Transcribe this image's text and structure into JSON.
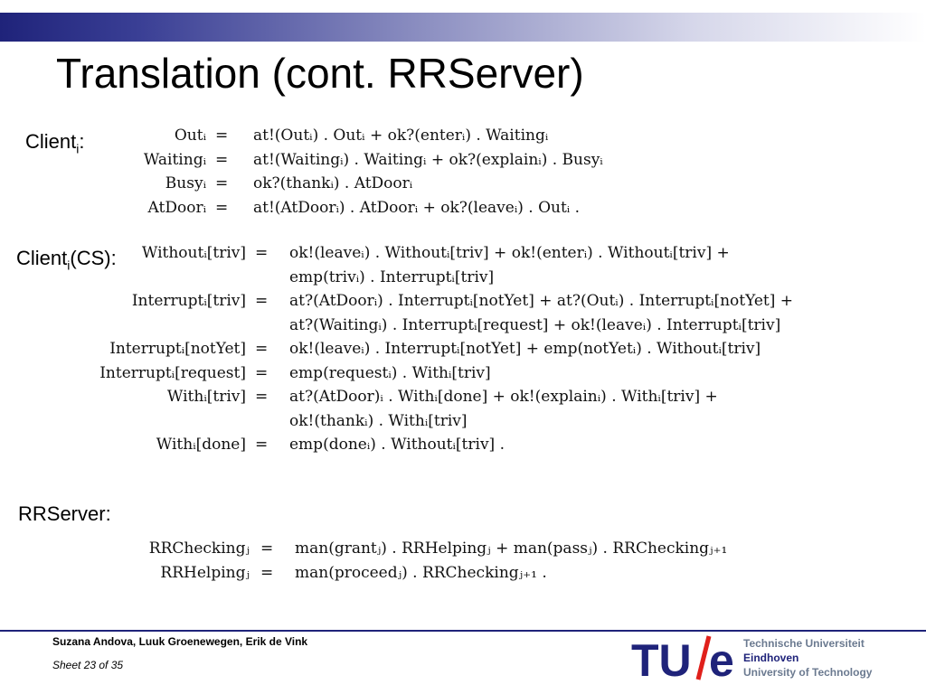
{
  "title": "Translation (cont. RRServer)",
  "labels": {
    "client_base": "Client",
    "client_sub": "i",
    "client_suffix": ":",
    "clientcs_suffix": "(CS):",
    "rrserver": "RRServer:"
  },
  "client_equations": [
    {
      "lhs": "Outᵢ",
      "rhs": "at!(Outᵢ) . Outᵢ   +   ok?(enterᵢ) . Waitingᵢ"
    },
    {
      "lhs": "Waitingᵢ",
      "rhs": "at!(Waitingᵢ) . Waitingᵢ + ok?(explainᵢ) . Busyᵢ"
    },
    {
      "lhs": "Busyᵢ",
      "rhs": "ok?(thankᵢ) . AtDoorᵢ"
    },
    {
      "lhs": "AtDoorᵢ",
      "rhs": "at!(AtDoorᵢ) . AtDoorᵢ   +   ok?(leaveᵢ) . Outᵢ ."
    }
  ],
  "cs_equations": [
    {
      "lhs": "Withoutᵢ[triv]",
      "rhs": "ok!(leaveᵢ) . Withoutᵢ[triv] + ok!(enterᵢ) . Withoutᵢ[triv]  +"
    },
    {
      "lhs": "",
      "rhs": "emp(trivᵢ) . Interruptᵢ[triv]"
    },
    {
      "lhs": "Interruptᵢ[triv]",
      "rhs": "at?(AtDoorᵢ) . Interruptᵢ[notYet] + at?(Outᵢ) . Interruptᵢ[notYet]  +"
    },
    {
      "lhs": "",
      "rhs": "at?(Waitingᵢ) . Interruptᵢ[request] + ok!(leaveᵢ) . Interruptᵢ[triv]"
    },
    {
      "lhs": "Interruptᵢ[notYet]",
      "rhs": "ok!(leaveᵢ) . Interruptᵢ[notYet] + emp(notYetᵢ) . Withoutᵢ[triv]"
    },
    {
      "lhs": "Interruptᵢ[request]",
      "rhs": "emp(requestᵢ) . Withᵢ[triv]"
    },
    {
      "lhs": "Withᵢ[triv]",
      "rhs": "at?(AtDoor)ᵢ . Withᵢ[done] + ok!(explainᵢ) . Withᵢ[triv]  +"
    },
    {
      "lhs": "",
      "rhs": "ok!(thankᵢ) . Withᵢ[triv]"
    },
    {
      "lhs": "Withᵢ[done]",
      "rhs": "emp(doneᵢ) . Withoutᵢ[triv] ."
    }
  ],
  "rr_equations": [
    {
      "lhs": "RRCheckingⱼ",
      "rhs": "man(grantⱼ) . RRHelpingⱼ + man(passⱼ) . RRCheckingⱼ₊₁"
    },
    {
      "lhs": "RRHelpingⱼ",
      "rhs": "man(proceedⱼ) . RRCheckingⱼ₊₁ ."
    }
  ],
  "footer": {
    "authors": "Suzana Andova, Luuk Groenewegen, Erik de Vink",
    "sheet": "Sheet 23 of  35",
    "logo_mark": "TU/e",
    "university_line1": "Technische Universiteit",
    "university_line2": "Eindhoven",
    "university_line3": "University of Technology"
  },
  "colors": {
    "brand_blue": "#1f237a",
    "logo_red": "#e0201b",
    "logo_gray": "#6b7a90"
  }
}
